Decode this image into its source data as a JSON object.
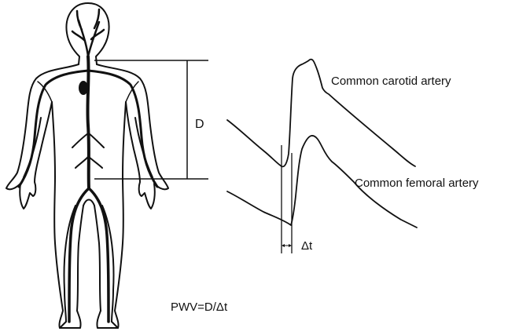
{
  "diagram": {
    "distance_label": "D",
    "carotid_label": "Common carotid artery",
    "femoral_label": "Common femoral artery",
    "delta_t_label": "Δt",
    "formula": "PWV=D/Δt"
  }
}
